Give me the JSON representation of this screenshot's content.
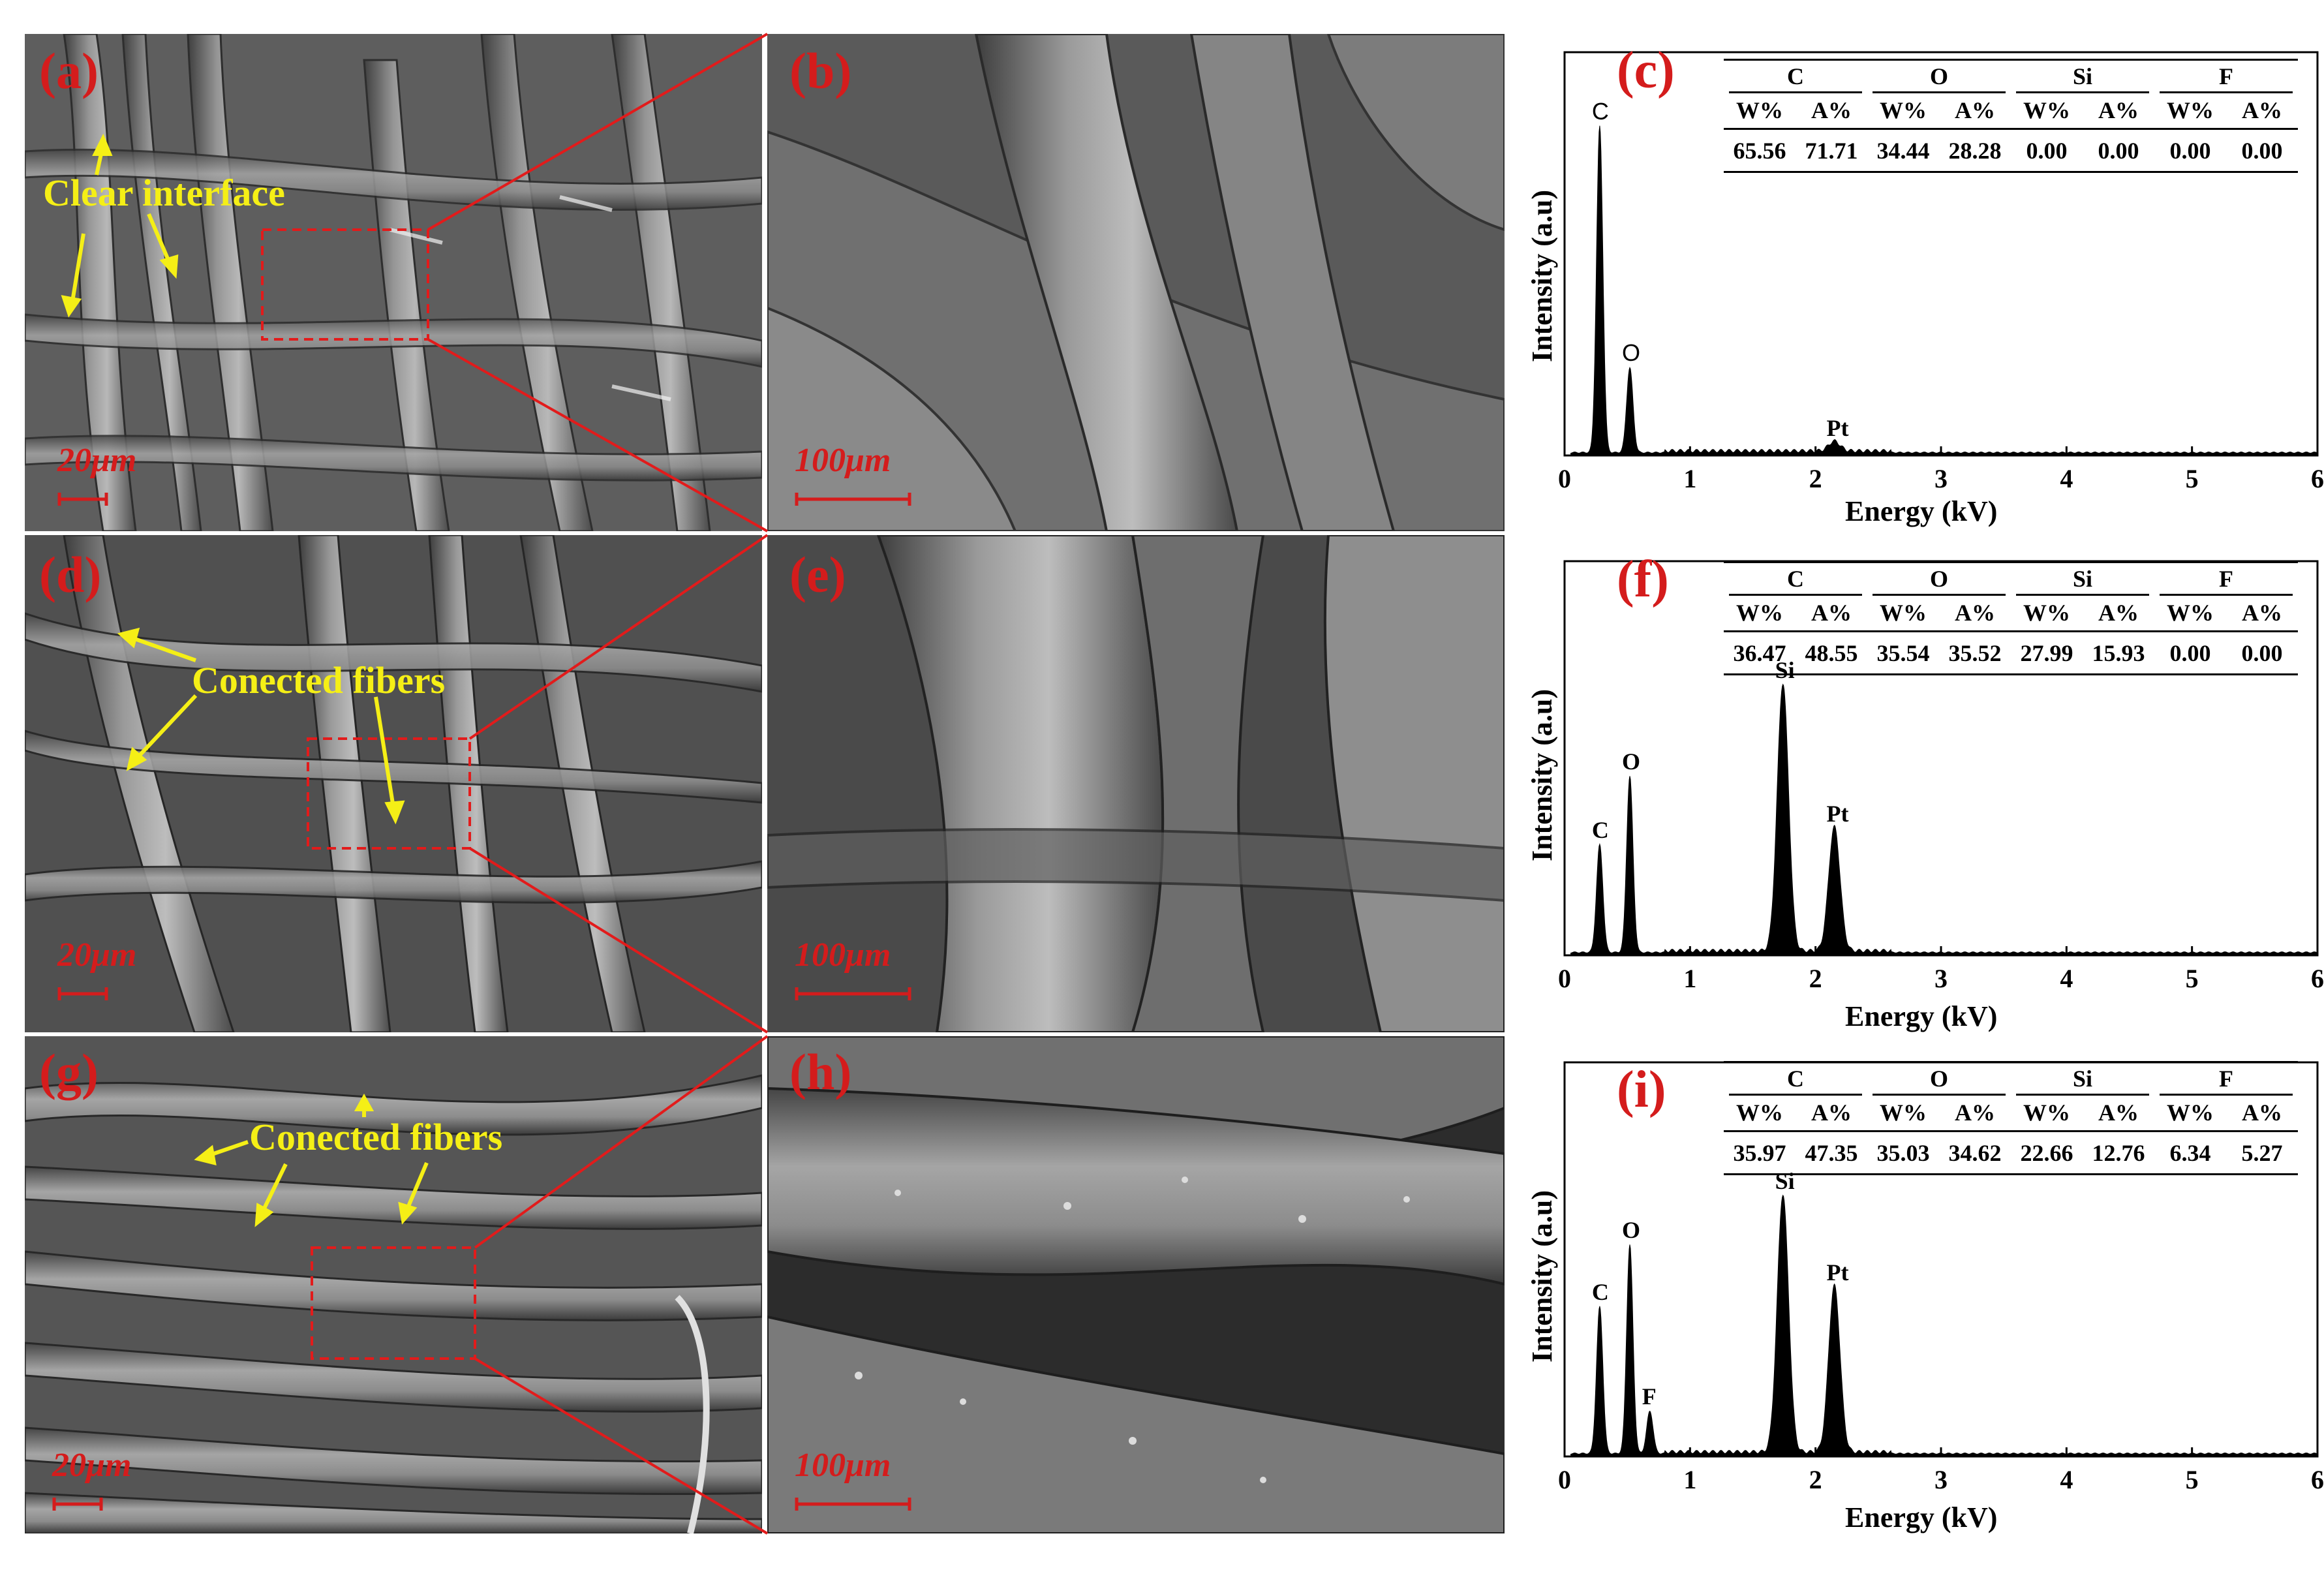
{
  "figure": {
    "sem_panels": [
      {
        "label": "(a)",
        "scale": "20μm",
        "annotation": "Clear interface"
      },
      {
        "label": "(b)",
        "scale": "100μm"
      },
      {
        "label": "(d)",
        "scale": "20μm",
        "annotation": "Conected fibers"
      },
      {
        "label": "(e)",
        "scale": "100μm"
      },
      {
        "label": "(g)",
        "scale": "20μm",
        "annotation": "Conected fibers"
      },
      {
        "label": "(h)",
        "scale": "100μm"
      }
    ],
    "eds_panels": [
      {
        "label": "(c)",
        "ylabel": "Intensity (a.u)",
        "xlabel": "Energy (kV)",
        "xticks": [
          "0",
          "1",
          "2",
          "3",
          "4",
          "5",
          "6"
        ],
        "elements": [
          "C",
          "O",
          "Si",
          "F"
        ],
        "subheaders": [
          "W%",
          "A%",
          "W%",
          "A%",
          "W%",
          "A%",
          "W%",
          "A%"
        ],
        "values": [
          "65.56",
          "71.71",
          "34.44",
          "28.28",
          "0.00",
          "0.00",
          "0.00",
          "0.00"
        ],
        "peak_labels": [
          "C",
          "O",
          "Pt"
        ]
      },
      {
        "label": "(f)",
        "ylabel": "Intensity (a.u)",
        "xlabel": "Energy (kV)",
        "xticks": [
          "0",
          "1",
          "2",
          "3",
          "4",
          "5",
          "6"
        ],
        "elements": [
          "C",
          "O",
          "Si",
          "F"
        ],
        "subheaders": [
          "W%",
          "A%",
          "W%",
          "A%",
          "W%",
          "A%",
          "W%",
          "A%"
        ],
        "values": [
          "36.47",
          "48.55",
          "35.54",
          "35.52",
          "27.99",
          "15.93",
          "0.00",
          "0.00"
        ],
        "peak_labels": [
          "C",
          "O",
          "Si",
          "Pt"
        ]
      },
      {
        "label": "(i)",
        "ylabel": "Intensity (a.u)",
        "xlabel": "Energy (kV)",
        "xticks": [
          "0",
          "1",
          "2",
          "3",
          "4",
          "5",
          "6"
        ],
        "elements": [
          "C",
          "O",
          "Si",
          "F"
        ],
        "subheaders": [
          "W%",
          "A%",
          "W%",
          "A%",
          "W%",
          "A%",
          "W%",
          "A%"
        ],
        "values": [
          "35.97",
          "47.35",
          "35.03",
          "34.62",
          "22.66",
          "12.76",
          "6.34",
          "5.27"
        ],
        "peak_labels": [
          "C",
          "O",
          "F",
          "Si",
          "Pt"
        ]
      }
    ]
  },
  "chart_data": [
    {
      "type": "line",
      "panel": "(c)",
      "xlabel": "Energy (kV)",
      "ylabel": "Intensity (a.u)",
      "xlim": [
        0,
        6
      ],
      "peaks": [
        {
          "label": "C",
          "x": 0.28,
          "y": 1.0
        },
        {
          "label": "O",
          "x": 0.52,
          "y": 0.26
        },
        {
          "label": "Pt",
          "x": 2.15,
          "y": 0.03
        }
      ]
    },
    {
      "type": "line",
      "panel": "(f)",
      "xlabel": "Energy (kV)",
      "ylabel": "Intensity (a.u)",
      "xlim": [
        0,
        6
      ],
      "peaks": [
        {
          "label": "C",
          "x": 0.28,
          "y": 0.33
        },
        {
          "label": "O",
          "x": 0.52,
          "y": 0.54
        },
        {
          "label": "Si",
          "x": 1.74,
          "y": 0.82
        },
        {
          "label": "Pt",
          "x": 2.15,
          "y": 0.38
        }
      ]
    },
    {
      "type": "line",
      "panel": "(i)",
      "xlabel": "Energy (kV)",
      "ylabel": "Intensity (a.u)",
      "xlim": [
        0,
        6
      ],
      "peaks": [
        {
          "label": "C",
          "x": 0.28,
          "y": 0.45
        },
        {
          "label": "O",
          "x": 0.52,
          "y": 0.64
        },
        {
          "label": "F",
          "x": 0.68,
          "y": 0.13
        },
        {
          "label": "Si",
          "x": 1.74,
          "y": 0.79
        },
        {
          "label": "Pt",
          "x": 2.15,
          "y": 0.51
        }
      ]
    }
  ]
}
